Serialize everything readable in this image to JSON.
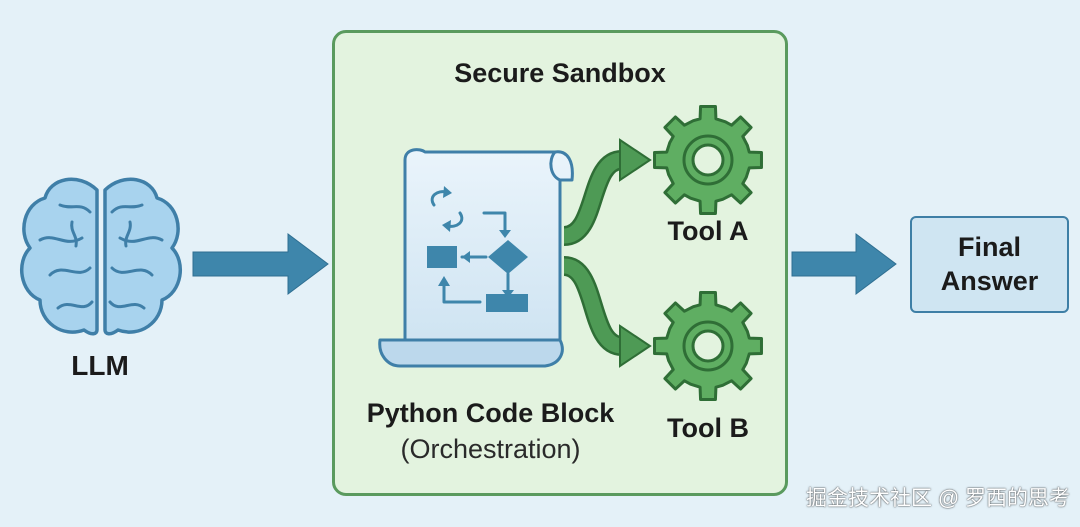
{
  "sandbox": {
    "title": "Secure Sandbox"
  },
  "llm": {
    "label": "LLM",
    "icon": "brain-icon"
  },
  "code_block": {
    "label": "Python Code Block",
    "sublabel": "(Orchestration)",
    "icon": "scroll-flowchart-icon"
  },
  "tools": [
    {
      "label": "Tool A",
      "icon": "gear-icon"
    },
    {
      "label": "Tool B",
      "icon": "gear-icon"
    }
  ],
  "final": {
    "line1": "Final",
    "line2": "Answer"
  },
  "watermark": "掘金技术社区 @ 罗西的思考",
  "colors": {
    "background": "#e4f1f8",
    "sandbox_fill": "#e3f3df",
    "sandbox_border": "#5a9a5e",
    "blue_arrow": "#3e86ab",
    "green_arrow": "#4e9a55",
    "gear": "#5fae62",
    "brain": "#9ccbe8"
  }
}
